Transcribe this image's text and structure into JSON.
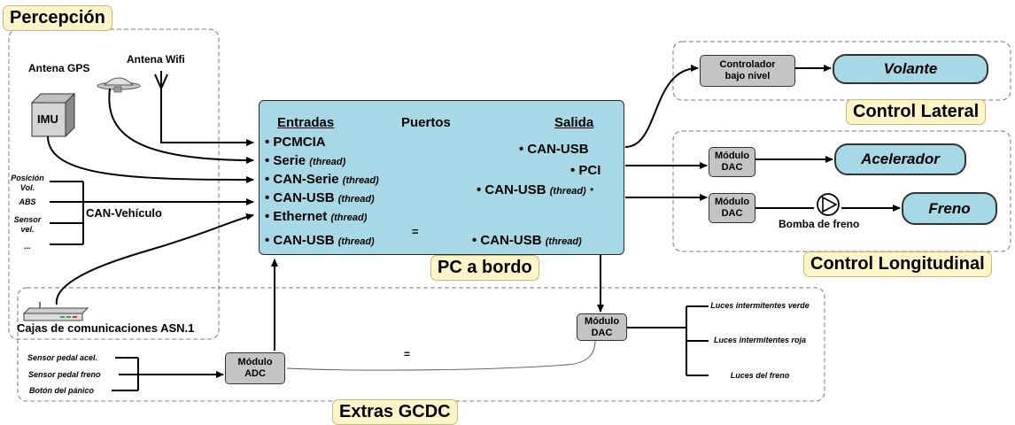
{
  "sections": {
    "perception": "Percepción",
    "control_lateral": "Control Lateral",
    "control_longitudinal": "Control Longitudinal",
    "pc_a_bordo": "PC a bordo",
    "extras": "Extras GCDC"
  },
  "perception": {
    "antena_gps": "Antena GPS",
    "antena_wifi": "Antena Wifi",
    "imu": "IMU",
    "vehicle_signals": [
      "Posición",
      "Vol.",
      "ABS",
      "Sensor",
      "vel.",
      "..."
    ],
    "can_vehiculo": "CAN-Vehículo",
    "cajas": "Cajas de comunicaciones ASN.1"
  },
  "pc": {
    "entradas": "Entradas",
    "puertos": "Puertos",
    "salida": "Salida",
    "inputs": [
      {
        "name": "PCMCIA",
        "note": ""
      },
      {
        "name": "Serie",
        "note": "(thread)"
      },
      {
        "name": "CAN-Serie",
        "note": "(thread)"
      },
      {
        "name": "CAN-USB",
        "note": "(thread)"
      },
      {
        "name": "Ethernet",
        "note": "(thread)"
      },
      {
        "name": "CAN-USB",
        "note": "(thread)"
      }
    ],
    "outputs": [
      {
        "name": "CAN-USB",
        "note": ""
      },
      {
        "name": "PCI",
        "note": ""
      },
      {
        "name": "CAN-USB",
        "note": "(thread)",
        "mark": "*"
      },
      {
        "name": "CAN-USB",
        "note": "(thread)"
      }
    ],
    "equals": "="
  },
  "lateral": {
    "controlador": "Controlador bajo nivel",
    "volante": "Volante"
  },
  "longitudinal": {
    "modulo_dac_1": "Módulo DAC",
    "acelerador": "Acelerador",
    "modulo_dac_2": "Módulo DAC",
    "bomba": "Bomba de freno",
    "freno": "Freno"
  },
  "extras": {
    "sensors": [
      "Sensor pedal acel.",
      "Sensor pedal freno",
      "Botón del pánico"
    ],
    "modulo_adc": "Módulo ADC",
    "equals": "=",
    "modulo_dac": "Módulo DAC",
    "luces_verde": "Luces intermitentes verde",
    "luces_roja": "Luces intermitentes roja",
    "luces_freno": "Luces del freno"
  },
  "colors": {
    "section_label_bg": "#fff5c8",
    "blue_box": "#a6d9e5",
    "grey_box": "#c4c4c4"
  }
}
